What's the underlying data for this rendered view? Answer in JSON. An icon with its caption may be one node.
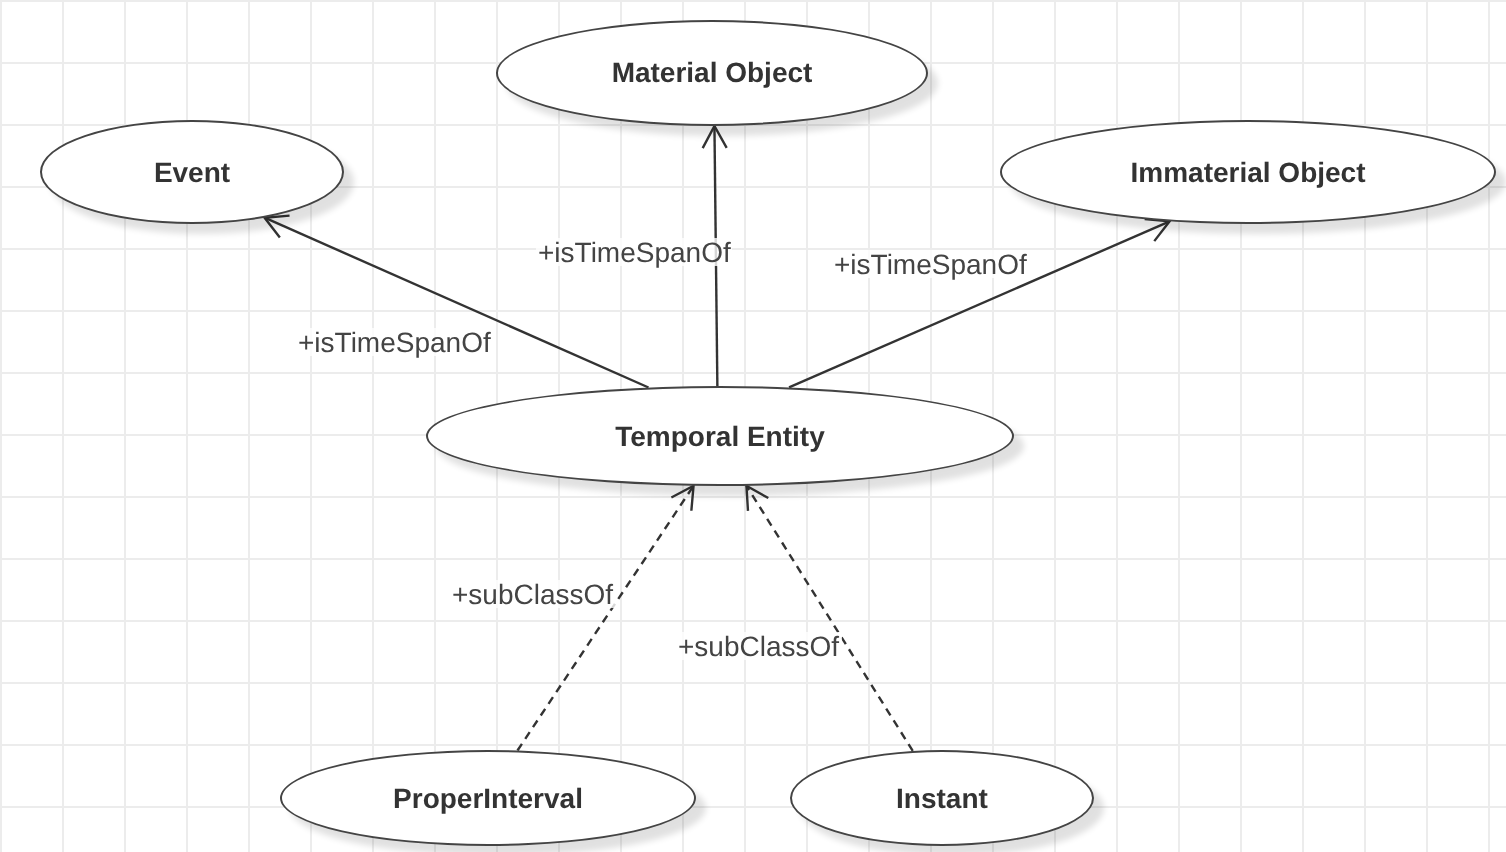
{
  "diagram": {
    "nodes": [
      {
        "text": [
          "Material Object"
        ]
      },
      {
        "text": [
          "Event"
        ]
      },
      {
        "text": [
          "Immaterial Object"
        ]
      },
      {
        "text": [
          "Temporal Entity"
        ]
      },
      {
        "text": [
          "ProperInterval"
        ]
      },
      {
        "text": [
          "Instant"
        ]
      }
    ],
    "edges": [
      {
        "from": 3,
        "to": 1,
        "arrow": "to",
        "label": "+isTimeSpanOf"
      },
      {
        "from": 3,
        "to": 0,
        "arrow": "to",
        "label": "+isTimeSpanOf"
      },
      {
        "from": 3,
        "to": 2,
        "arrow": "to",
        "label": "+isTimeSpanOf"
      },
      {
        "from": 4,
        "to": 3,
        "arrow": "to",
        "label": "+subClassOf",
        "style": "dashed"
      },
      {
        "from": 5,
        "to": 3,
        "arrow": "to",
        "label": "+subClassOf",
        "style": "dashed"
      }
    ]
  }
}
